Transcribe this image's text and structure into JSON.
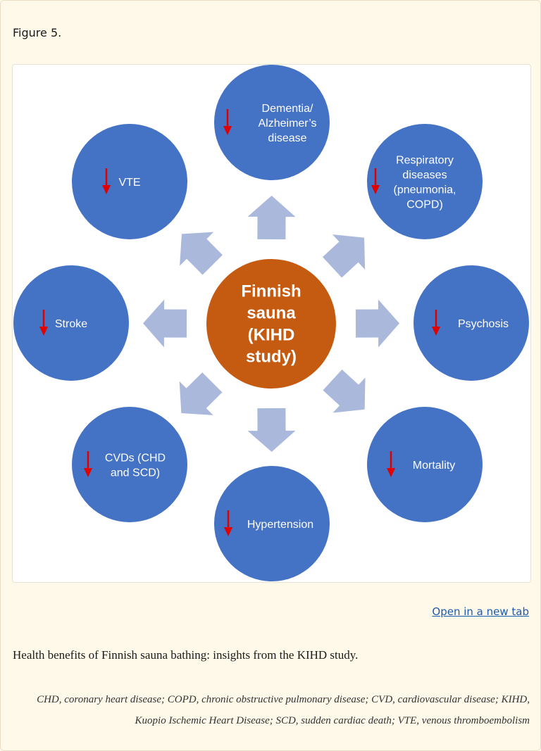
{
  "figure_label": "Figure 5.",
  "open_link_label": "Open in a new tab",
  "caption": "Health benefits of Finnish sauna bathing: insights from the KIHD study.",
  "abbreviations": "CHD, coronary heart disease; COPD, chronic obstructive pulmonary disease; CVD, cardiovascular disease; KIHD, Kuopio Ischemic Heart Disease; SCD, sudden cardiac death; VTE, venous thromboembolism",
  "diagram": {
    "colors": {
      "outcome_circle": "#4472c4",
      "center_circle": "#c55a11",
      "arrow": "#aab8dc",
      "down_arrow": "#e00000",
      "text": "#ffffff"
    },
    "center": {
      "lines": [
        "Finnish",
        "sauna",
        "(KIHD",
        "study)"
      ]
    },
    "outcomes": [
      {
        "id": "dementia",
        "direction": "decrease",
        "lines": [
          "Dementia/",
          "Alzheimer’s",
          "disease"
        ]
      },
      {
        "id": "respiratory",
        "direction": "decrease",
        "lines": [
          "Respiratory",
          "diseases",
          "(pneumonia,",
          "COPD)"
        ]
      },
      {
        "id": "psychosis",
        "direction": "decrease",
        "lines": [
          "Psychosis"
        ]
      },
      {
        "id": "mortality",
        "direction": "decrease",
        "lines": [
          "Mortality"
        ]
      },
      {
        "id": "hypertension",
        "direction": "decrease",
        "lines": [
          "Hypertension"
        ]
      },
      {
        "id": "cvds",
        "direction": "decrease",
        "lines": [
          "CVDs (CHD",
          "and SCD)"
        ]
      },
      {
        "id": "stroke",
        "direction": "decrease",
        "lines": [
          "Stroke"
        ]
      },
      {
        "id": "vte",
        "direction": "decrease",
        "lines": [
          "VTE"
        ]
      }
    ]
  }
}
